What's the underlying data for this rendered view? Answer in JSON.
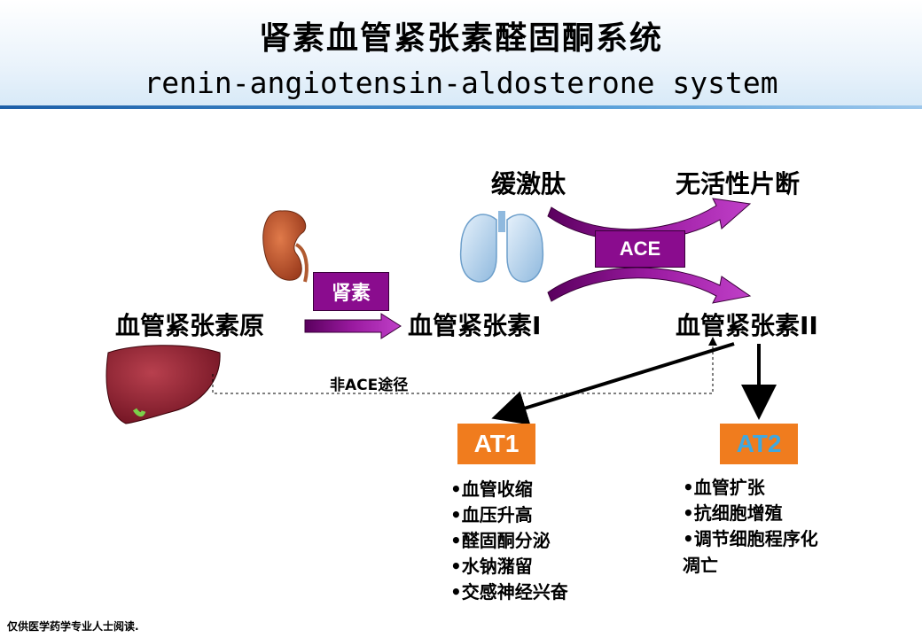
{
  "title": {
    "zh": "肾素血管紧张素醛固酮系统",
    "en": "renin-angiotensin-aldosterone system"
  },
  "nodes": {
    "bradykinin": "缓激肽",
    "inactive_fragment": "无活性片断",
    "ace": "ACE",
    "renin": "肾素",
    "angiotensinogen": "血管紧张素原",
    "angiotensin_1": "血管紧张素I",
    "angiotensin_2": "血管紧张素II",
    "non_ace_pathway": "非ACE途径",
    "at1": "AT1",
    "at2": "AT2"
  },
  "at1_effects": [
    "血管收缩",
    "血压升高",
    "醛固酮分泌",
    "水钠潴留",
    "交感神经兴奋"
  ],
  "at2_effects": [
    "血管扩张",
    "抗细胞增殖",
    "调节细胞程序化",
    "凋亡"
  ],
  "footer": "仅供医学药学专业人士阅读.",
  "colors": {
    "purple": "#8a0c8e",
    "orange": "#f07c1e",
    "at2_text": "#3fa8e0",
    "header_rule": "#1d5fa8"
  },
  "icons": [
    "kidney-icon",
    "lungs-icon",
    "liver-icon"
  ]
}
